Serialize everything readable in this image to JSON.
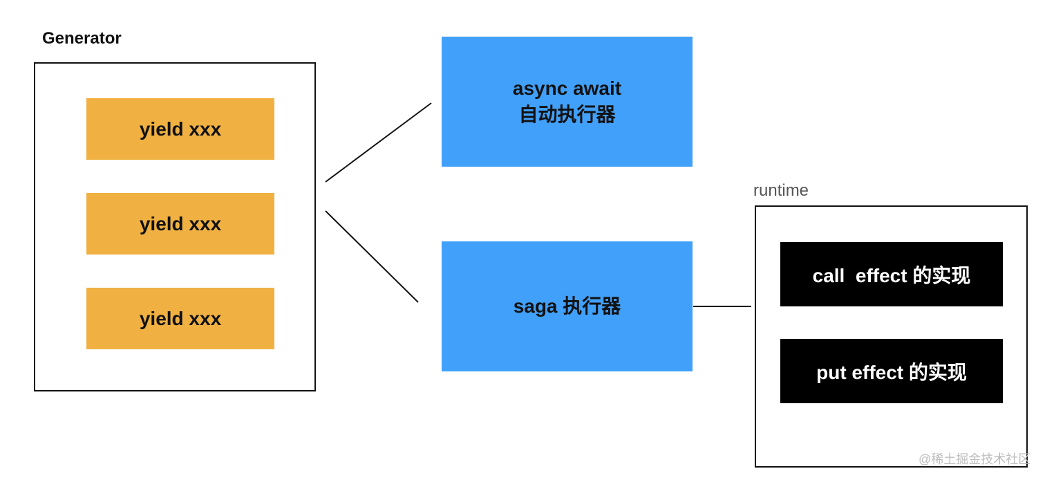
{
  "colors": {
    "yield_fill": "#F0B142",
    "executor_fill": "#41A0F9",
    "effect_fill": "#000000",
    "stroke": "#111111"
  },
  "generator": {
    "title": "Generator",
    "items": [
      "yield xxx",
      "yield xxx",
      "yield xxx"
    ]
  },
  "executors": {
    "async": {
      "line1": "async await",
      "line2": "自动执行器"
    },
    "saga": {
      "label": "saga 执行器"
    }
  },
  "runtime": {
    "label": "runtime",
    "effects": [
      "call  effect 的实现",
      "put effect 的实现"
    ]
  },
  "watermark": "@稀土掘金技术社区"
}
